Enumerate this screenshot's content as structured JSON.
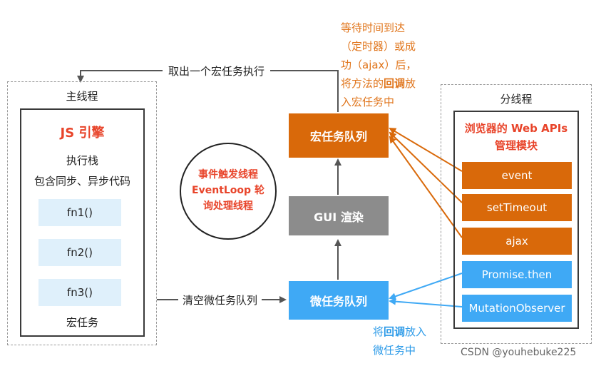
{
  "main_thread": {
    "title": "主线程",
    "engine": "JS 引擎",
    "stack_line1": "执行栈",
    "stack_line2": "包含同步、异步代码",
    "functions": [
      "fn1()",
      "fn2()",
      "fn3()"
    ],
    "footer": "宏任务"
  },
  "event_loop": {
    "line1": "事件触发线程",
    "line2": "EventLoop 轮",
    "line3": "询处理线程"
  },
  "queues": {
    "macro": "宏任务队列",
    "gui": "GUI 渲染",
    "micro": "微任务队列"
  },
  "arrows": {
    "take_macro": "取出一个宏任务执行",
    "clear_micro": "清空微任务队列"
  },
  "top_note": {
    "line1": "等待时间到达",
    "line2": "（定时器）或成",
    "line3": "功（ajax）后，",
    "line4_pre": "将方法的",
    "line4_bold": "回调",
    "line4_post": "放",
    "line5": "入宏任务中"
  },
  "bottom_note": {
    "line1_pre": "将",
    "line1_bold": "回调",
    "line1_post": "放入",
    "line2": "微任务中"
  },
  "sub_thread": {
    "title": "分线程",
    "header_line1": "浏览器的 Web APIs",
    "header_line2": "管理模块",
    "apis_orange": [
      "event",
      "setTimeout",
      "ajax"
    ],
    "apis_blue": [
      "Promise.then",
      "MutationObserver"
    ]
  },
  "watermark": "CSDN @youhebuke225",
  "colors": {
    "orange": "#d9690a",
    "blue": "#3fa9f5",
    "gray": "#8c8c8c",
    "red": "#e8442a"
  }
}
